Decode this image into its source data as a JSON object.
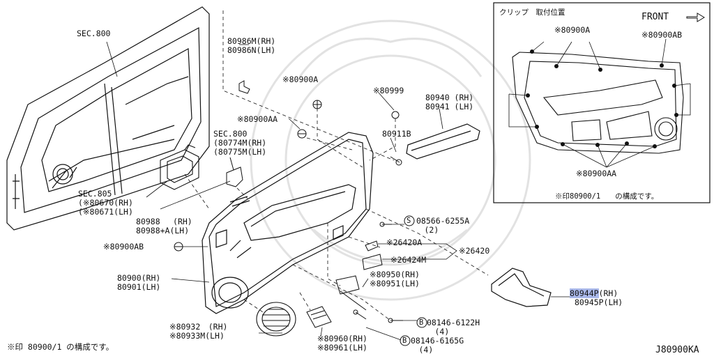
{
  "inset": {
    "title": "クリップ　取付位置",
    "front_label": "FRONT",
    "clip_a": "※80900A",
    "clip_ab": "※80900AB",
    "clip_aa": "※80900AA",
    "note": "※印80900/1　　の構成です。"
  },
  "labels": {
    "sec800_top": "SEC.800",
    "p80986": "80986M(RH)\n80986N(LH)",
    "p80900a": "※80900A",
    "p80999": "※80999",
    "p80940": "80940 (RH)\n80941 (LH)",
    "p80900aa": "※80900AA",
    "p80911b": "80911B",
    "sec800_mid": "SEC.800\n(80774M(RH)\n(80775M(LH)",
    "sec805": "SEC.805\n(※80670(RH)\n(※80671(LH)",
    "p80988": "80988　 (RH)\n80988+A(LH)",
    "p08566": "08566-6255A\n　(2)",
    "p80900ab": "※80900AB",
    "p26420a": "※26420A",
    "p26420": "※26420",
    "p26424m": "※26424M",
    "p80900": "80900(RH)\n80901(LH)",
    "p80950": "※80950(RH)\n※80951(LH)",
    "p80944_rh": "80944P",
    "p80944_rh_suffix": "(RH)",
    "p80945": "80945P(LH)",
    "p08146_6122": "08146-6122H\n　(4)",
    "p80932": "※80932　(RH)\n※80933M(LH)",
    "p80960": "※80960(RH)\n※80961(LH)",
    "p08146_6165": "08146-6165G\n　(4)",
    "footnote": "※印 80900/1 の構成です。",
    "drawing_no": "J80900KA",
    "badge_s": "S",
    "badge_b1": "B",
    "badge_b2": "B"
  },
  "colors": {
    "line": "#111111",
    "highlight": "#a9b8ea",
    "watermark": "#e6e6e6"
  }
}
